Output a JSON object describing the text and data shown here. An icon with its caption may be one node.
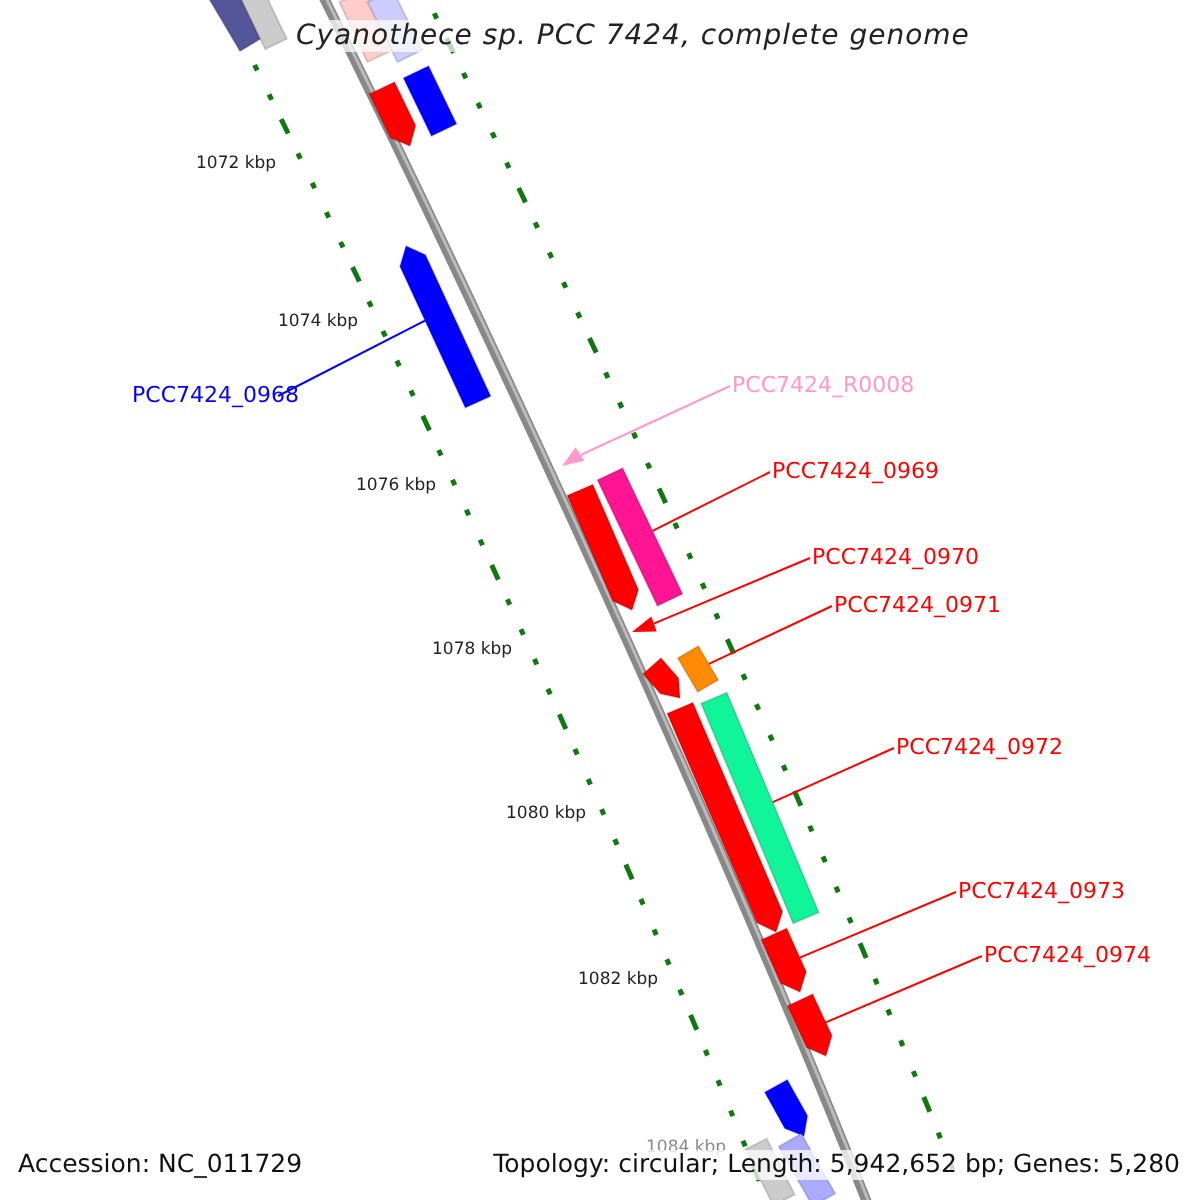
{
  "diagram": {
    "title": "Cyanothece sp. PCC 7424, complete genome",
    "nodes": [
      {
        "text": [
          "PCC7424_0968"
        ]
      },
      {
        "text": [],
        "shape": "arrow"
      },
      {
        "text": [
          "PCC7424_R0008"
        ]
      },
      {
        "text": [],
        "shape": "triangle"
      },
      {
        "text": [
          "PCC7424_0969"
        ]
      },
      {
        "text": [],
        "shape": "bar"
      },
      {
        "text": [
          "PCC7424_0970"
        ]
      },
      {
        "text": [],
        "shape": "triangle"
      },
      {
        "text": [
          "PCC7424_0971"
        ]
      },
      {
        "text": [],
        "shape": "bar"
      },
      {
        "text": [
          "PCC7424_0972"
        ]
      },
      {
        "text": [],
        "shape": "bar"
      },
      {
        "text": [
          "PCC7424_0973"
        ]
      },
      {
        "text": [],
        "shape": "arrow"
      },
      {
        "text": [
          "PCC7424_0974"
        ]
      },
      {
        "text": [],
        "shape": "arrow"
      },
      {
        "text": [],
        "shape": "bar"
      },
      {
        "text": [],
        "shape": "bar"
      },
      {
        "text": [],
        "shape": "bar"
      },
      {
        "text": [],
        "shape": "bar"
      },
      {
        "text": [],
        "shape": "arrow"
      },
      {
        "text": [],
        "shape": "bar"
      },
      {
        "text": [],
        "shape": "arrow"
      },
      {
        "text": [],
        "shape": "arrow"
      },
      {
        "text": [],
        "shape": "arrow"
      },
      {
        "text": [],
        "shape": "arrow"
      },
      {
        "text": [],
        "shape": "bar"
      },
      {
        "text": [],
        "shape": "bar"
      }
    ],
    "edges": [
      {
        "from": 0,
        "to": 1,
        "arrow": "none",
        "color": "#0000ff"
      },
      {
        "from": 2,
        "to": 3,
        "arrow": "none",
        "color": "#ff99cc"
      },
      {
        "from": 4,
        "to": 5,
        "arrow": "none"
      },
      {
        "from": 6,
        "to": 7,
        "arrow": "none"
      },
      {
        "from": 8,
        "to": 9,
        "arrow": "none"
      },
      {
        "from": 10,
        "to": 11,
        "arrow": "none"
      },
      {
        "from": 12,
        "to": 13,
        "arrow": "none"
      },
      {
        "from": 14,
        "to": 15,
        "arrow": "none"
      }
    ],
    "labels": [
      "1072 kbp",
      "1074 kbp",
      "1076 kbp",
      "1078 kbp",
      "1080 kbp",
      "1082 kbp",
      "1084 kbp",
      "Accession: NC_011729",
      "Topology: circular; Length: 5,942,652 bp; Genes: 5,280"
    ]
  }
}
